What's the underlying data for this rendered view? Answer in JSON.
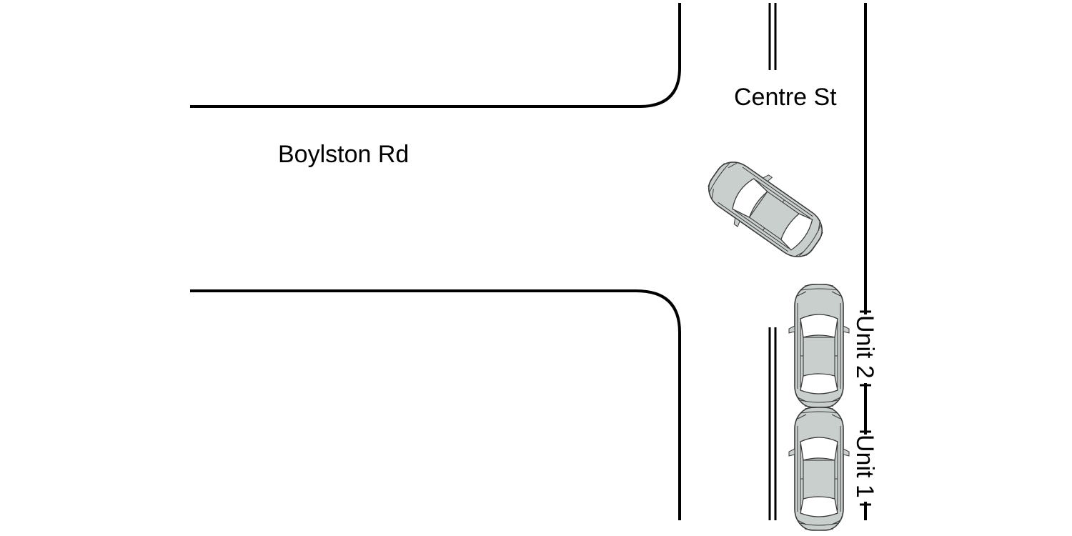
{
  "streets": {
    "horizontal": "Boylston Rd",
    "vertical": "Centre St"
  },
  "units": [
    {
      "id": "unit-1",
      "label": "Unit 1"
    },
    {
      "id": "unit-2",
      "label": "Unit 2"
    },
    {
      "id": "unit-3",
      "label": ""
    }
  ],
  "colors": {
    "line": "#000000",
    "car_body": "#c9cfcd",
    "car_glass": "#ffffff",
    "background": "#ffffff"
  }
}
